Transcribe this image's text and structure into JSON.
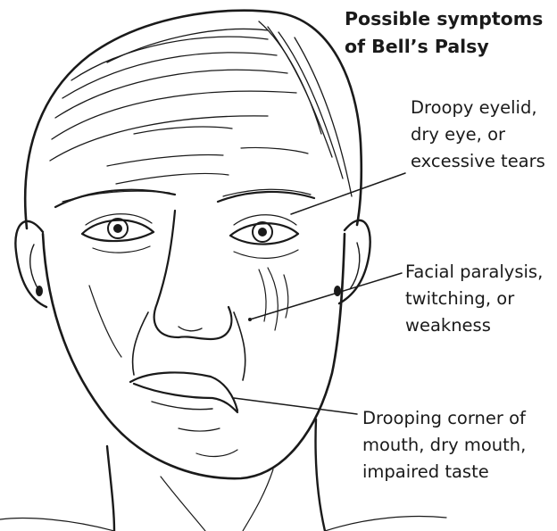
{
  "title": {
    "line1": "Possible symptoms",
    "line2": "of Bell’s Palsy"
  },
  "callouts": [
    {
      "id": "eye",
      "lines": [
        "Droopy eyelid,",
        "dry eye, or",
        "excessive tears"
      ]
    },
    {
      "id": "cheek",
      "lines": [
        "Facial paralysis,",
        "twitching, or",
        "weakness"
      ]
    },
    {
      "id": "mouth",
      "lines": [
        "Drooping corner of",
        "mouth, dry mouth,",
        "impaired taste"
      ]
    }
  ],
  "colors": {
    "ink": "#1a1a1a",
    "background": "#ffffff"
  }
}
